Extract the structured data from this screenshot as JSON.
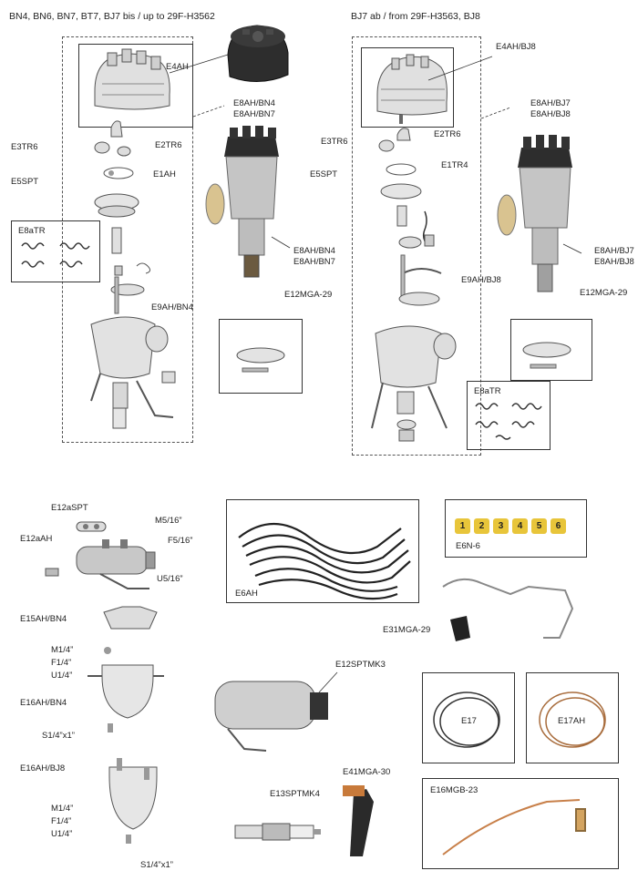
{
  "headers": {
    "left": "BN4, BN6, BN7, BT7, BJ7 bis / up to 29F-H3562",
    "right": "BJ7 ab / from 29F-H3563, BJ8"
  },
  "left_section": {
    "cap_label": "E4AH",
    "e8ah_bn4": "E8AH/BN4",
    "e8ah_bn7": "E8AH/BN7",
    "e3tr6": "E3TR6",
    "e2tr6": "E2TR6",
    "e5spt": "E5SPT",
    "e1ah": "E1AH",
    "e8atr": "E8aTR",
    "e9ah_bn4": "E9AH/BN4",
    "dist_bn4": "E8AH/BN4",
    "dist_bn7": "E8AH/BN7",
    "e12mga29": "E12MGA-29"
  },
  "right_section": {
    "cap_label": "E4AH/BJ8",
    "e8ah_bj7": "E8AH/BJ7",
    "e8ah_bj8": "E8AH/BJ8",
    "e3tr6": "E3TR6",
    "e2tr6": "E2TR6",
    "e5spt": "E5SPT",
    "e1tr4": "E1TR4",
    "e9ah_bj8": "E9AH/BJ8",
    "dist_bj7": "E8AH/BJ7",
    "dist_bj8": "E8AH/BJ8",
    "e12mga29": "E12MGA-29",
    "e8atr": "E8aTR"
  },
  "coil_section": {
    "e12aspt": "E12aSPT",
    "e12aah": "E12aAH",
    "m516": "M5/16”",
    "f516": "F5/16”",
    "u516": "U5/16”",
    "e15ah_bn4": "E15AH/BN4",
    "m14": "M1/4”",
    "f14": "F1/4”",
    "u14": "U1/4”",
    "e16ah_bn4": "E16AH/BN4",
    "s14x1": "S1/4”x1”",
    "e16ah_bj8": "E16AH/BJ8",
    "m14b": "M1/4”",
    "f14b": "F1/4”",
    "u14b": "U1/4”",
    "s14x1b": "S1/4”x1”"
  },
  "parts": {
    "e6ah": "E6AH",
    "e6n6": "E6N-6",
    "tags": [
      "1",
      "2",
      "3",
      "4",
      "5",
      "6"
    ],
    "e31mga29": "E31MGA-29",
    "e12sptmk3": "E12SPTMK3",
    "e17": "E17",
    "e17ah": "E17AH",
    "e41mga30": "E41MGA-30",
    "e13sptmk4": "E13SPTMK4",
    "e16mgb23": "E16MGB-23"
  },
  "colors": {
    "cap_black": "#2a2a2a",
    "metal": "#b9b9b9",
    "tag_yellow": "#e8c53a",
    "copper": "#c8804a"
  }
}
